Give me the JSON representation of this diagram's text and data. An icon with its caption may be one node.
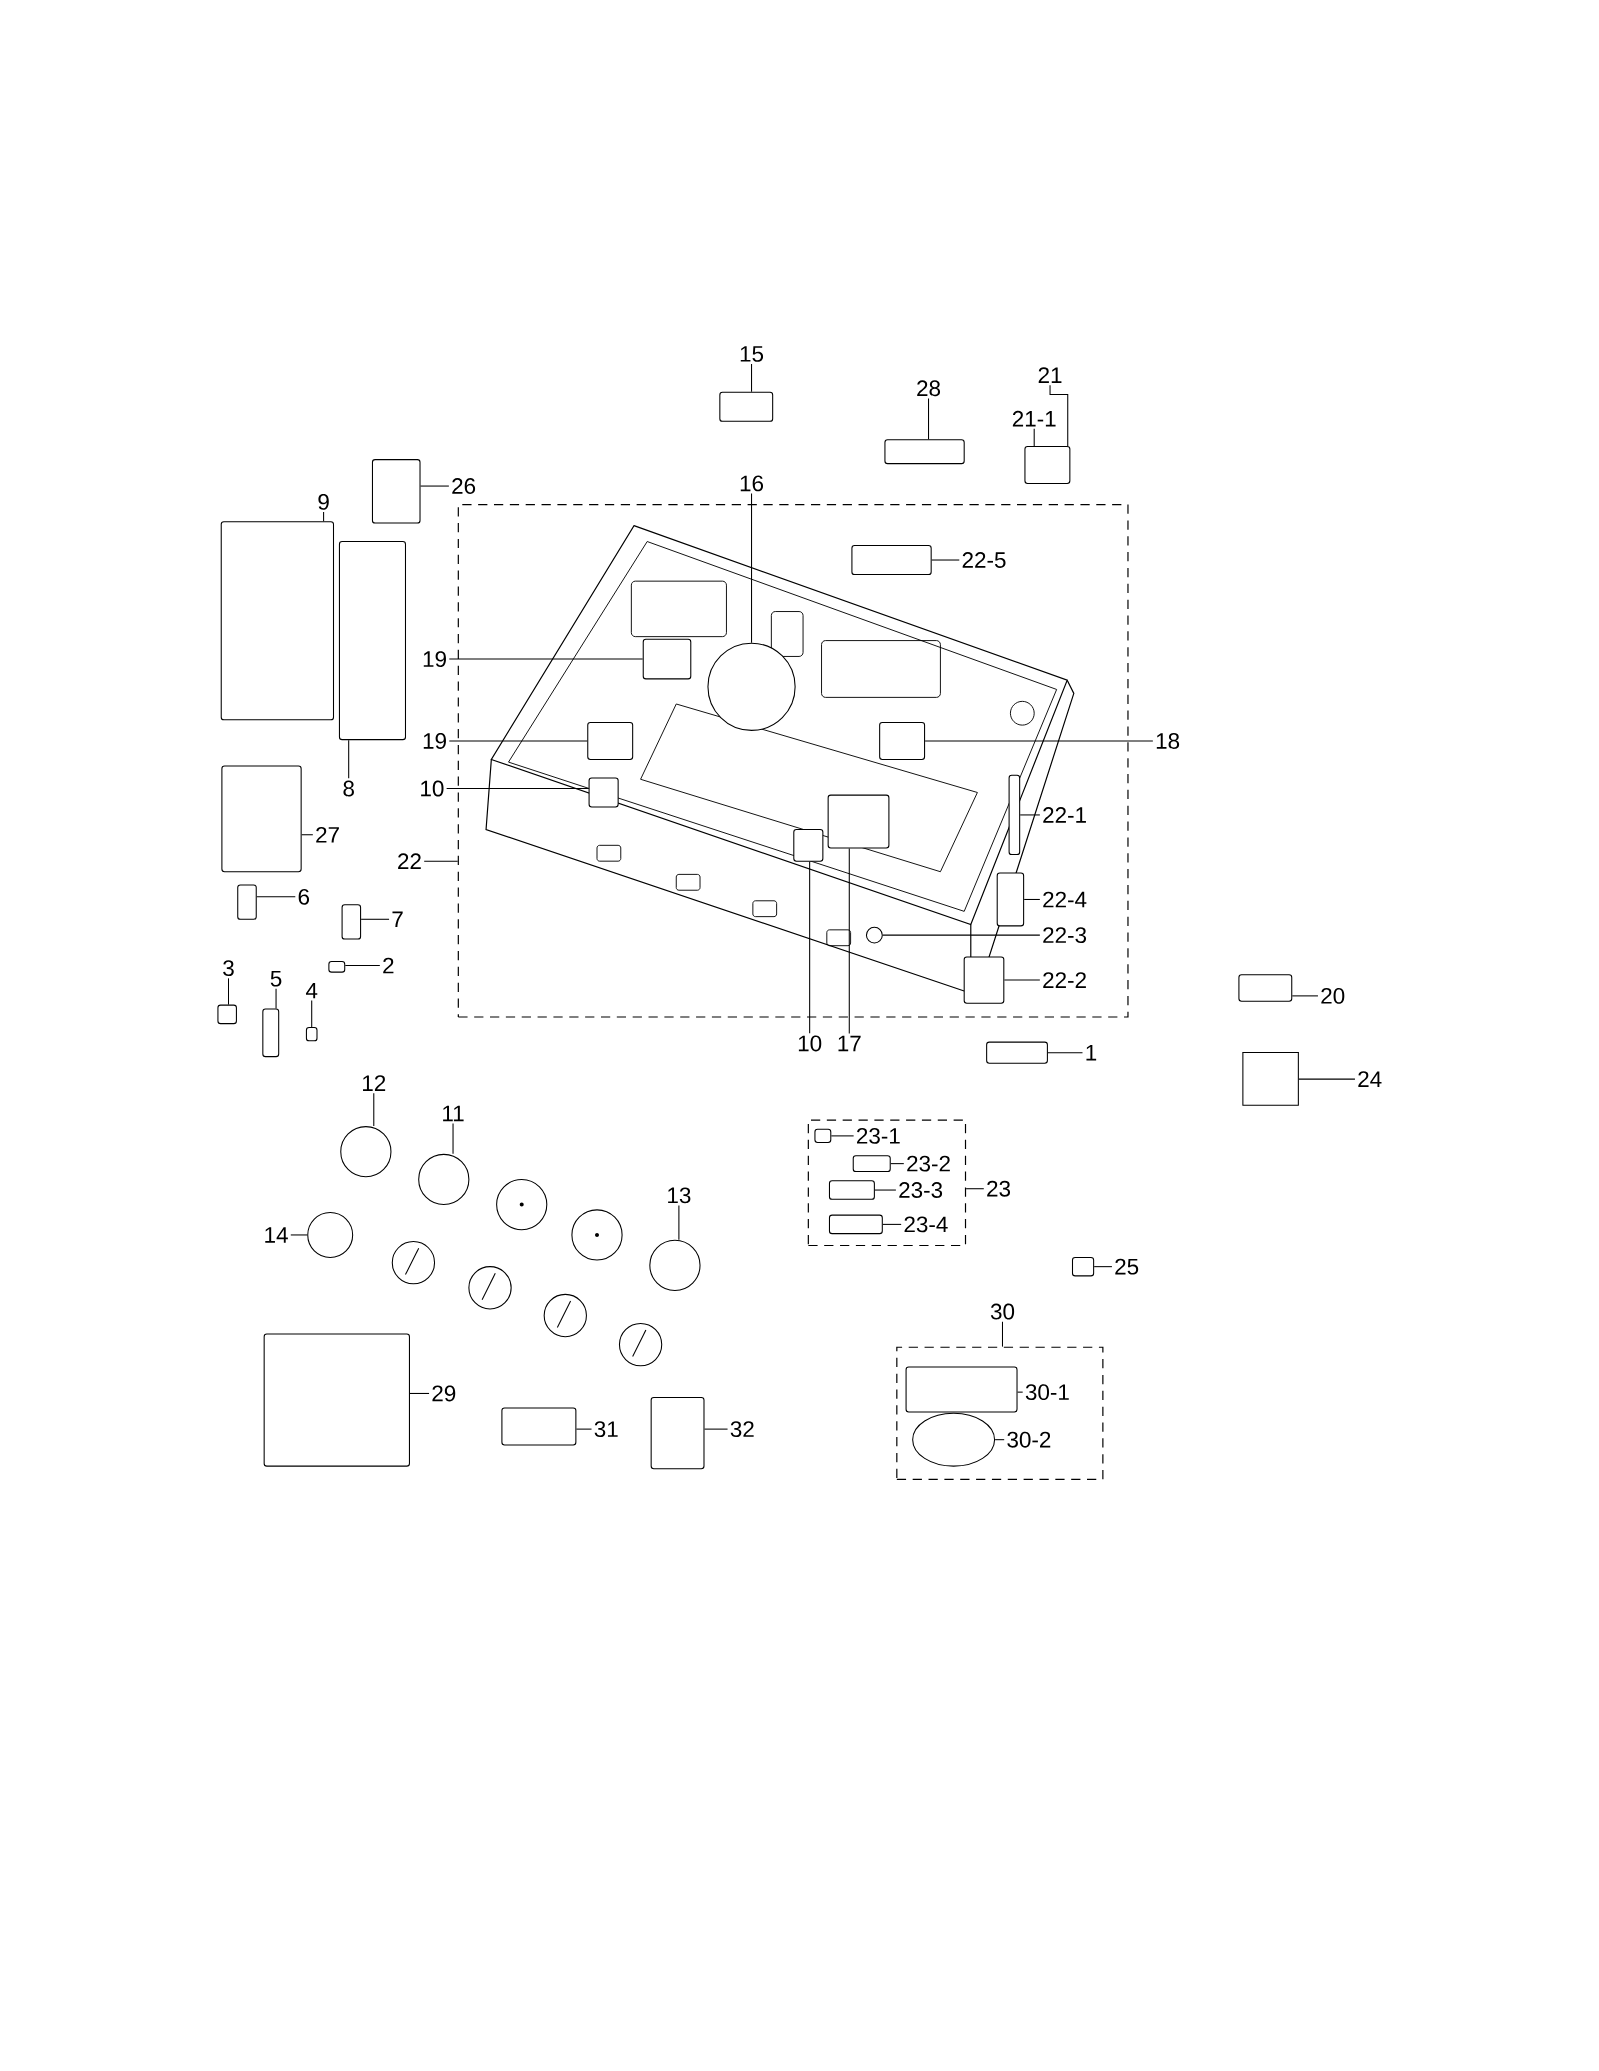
{
  "diagram": {
    "nodes": [
      {
        "text": [],
        "shape": "box"
      },
      {
        "text": [
          "15"
        ]
      },
      {
        "text": [],
        "shape": "box"
      },
      {
        "text": [
          "28"
        ]
      },
      {
        "text": [],
        "shape": "box"
      },
      {
        "text": [
          "21"
        ]
      },
      {
        "text": [
          "21-1"
        ]
      },
      {
        "text": [],
        "shape": "box"
      },
      {
        "text": [
          "26"
        ]
      },
      {
        "text": [],
        "shape": "box"
      },
      {
        "text": [
          "9"
        ]
      },
      {
        "text": [],
        "shape": "box"
      },
      {
        "text": [
          "16"
        ]
      },
      {
        "text": [],
        "shape": "circle",
        "in": 0
      },
      {
        "text": [
          "22-5"
        ],
        "in": 0
      },
      {
        "text": [],
        "shape": "box",
        "in": 0
      },
      {
        "text": [
          "19"
        ]
      },
      {
        "text": [],
        "shape": "box",
        "in": 0
      },
      {
        "text": [
          "19"
        ]
      },
      {
        "text": [],
        "shape": "box",
        "in": 0
      },
      {
        "text": [
          "18"
        ]
      },
      {
        "text": [],
        "shape": "box",
        "in": 0
      },
      {
        "text": [
          "8"
        ]
      },
      {
        "text": [],
        "shape": "box"
      },
      {
        "text": [
          "10"
        ]
      },
      {
        "text": [],
        "shape": "box",
        "in": 0
      },
      {
        "text": [
          "22-1"
        ],
        "in": 0
      },
      {
        "text": [],
        "shape": "box",
        "in": 0
      },
      {
        "text": [
          "27"
        ]
      },
      {
        "text": [],
        "shape": "box"
      },
      {
        "text": [
          "22"
        ]
      },
      {
        "text": [
          "6"
        ]
      },
      {
        "text": [],
        "shape": "box"
      },
      {
        "text": [
          "22-4"
        ],
        "in": 0
      },
      {
        "text": [],
        "shape": "box",
        "in": 0
      },
      {
        "text": [
          "7"
        ]
      },
      {
        "text": [],
        "shape": "box"
      },
      {
        "text": [
          "22-3"
        ],
        "in": 0
      },
      {
        "text": [],
        "shape": "circle",
        "in": 0
      },
      {
        "text": [
          "2"
        ]
      },
      {
        "text": [],
        "shape": "box"
      },
      {
        "text": [
          "3"
        ]
      },
      {
        "text": [],
        "shape": "box"
      },
      {
        "text": [
          "5"
        ]
      },
      {
        "text": [],
        "shape": "box"
      },
      {
        "text": [
          "4"
        ]
      },
      {
        "text": [],
        "shape": "box"
      },
      {
        "text": [
          "22-2"
        ],
        "in": 0
      },
      {
        "text": [],
        "shape": "box",
        "in": 0
      },
      {
        "text": [
          "20"
        ]
      },
      {
        "text": [],
        "shape": "box"
      },
      {
        "text": [
          "10"
        ]
      },
      {
        "text": [],
        "shape": "box",
        "in": 0
      },
      {
        "text": [
          "17"
        ]
      },
      {
        "text": [],
        "shape": "box",
        "in": 0
      },
      {
        "text": [
          "1"
        ]
      },
      {
        "text": [],
        "shape": "box"
      },
      {
        "text": [
          "24"
        ]
      },
      {
        "text": [],
        "shape": "cylinder"
      },
      {
        "text": [
          "12"
        ]
      },
      {
        "text": [],
        "shape": "circle"
      },
      {
        "text": [
          "11"
        ]
      },
      {
        "text": [],
        "shape": "circle"
      },
      {
        "text": [],
        "shape": "box"
      },
      {
        "text": [
          "23-1"
        ],
        "in": 63
      },
      {
        "text": [],
        "shape": "box",
        "in": 63
      },
      {
        "text": [
          "23-2"
        ],
        "in": 63
      },
      {
        "text": [],
        "shape": "box",
        "in": 63
      },
      {
        "text": [
          "23"
        ]
      },
      {
        "text": [
          "23-3"
        ],
        "in": 63
      },
      {
        "text": [],
        "shape": "box",
        "in": 63
      },
      {
        "text": [
          "13"
        ]
      },
      {
        "text": [],
        "shape": "circle"
      },
      {
        "text": [
          "14"
        ]
      },
      {
        "text": [],
        "shape": "circle"
      },
      {
        "text": [
          "23-4"
        ],
        "in": 63
      },
      {
        "text": [],
        "shape": "box",
        "in": 63
      },
      {
        "text": [
          "25"
        ]
      },
      {
        "text": [],
        "shape": "box"
      },
      {
        "text": [
          "30"
        ]
      },
      {
        "text": [],
        "shape": "box"
      },
      {
        "text": [
          "30-1"
        ],
        "in": 80
      },
      {
        "text": [],
        "shape": "box",
        "in": 80
      },
      {
        "text": [
          "29"
        ]
      },
      {
        "text": [],
        "shape": "box"
      },
      {
        "text": [
          "30-2"
        ],
        "in": 80
      },
      {
        "text": [],
        "shape": "circle",
        "in": 80
      },
      {
        "text": [
          "31"
        ]
      },
      {
        "text": [],
        "shape": "box"
      },
      {
        "text": [
          "32"
        ]
      },
      {
        "text": [],
        "shape": "box"
      }
    ],
    "edges": [
      {
        "from": 1,
        "to": 2,
        "arrow": "none"
      },
      {
        "from": 3,
        "to": 4,
        "arrow": "none"
      },
      {
        "from": 5,
        "to": 7,
        "arrow": "none"
      },
      {
        "from": 6,
        "to": 7,
        "arrow": "none"
      },
      {
        "from": 8,
        "to": 9,
        "arrow": "none"
      },
      {
        "from": 10,
        "to": 11,
        "arrow": "none"
      },
      {
        "from": 12,
        "to": 13,
        "arrow": "none"
      },
      {
        "from": 14,
        "to": 15,
        "arrow": "none"
      },
      {
        "from": 16,
        "to": 17,
        "arrow": "none"
      },
      {
        "from": 18,
        "to": 19,
        "arrow": "none"
      },
      {
        "from": 20,
        "to": 21,
        "arrow": "none"
      },
      {
        "from": 22,
        "to": 23,
        "arrow": "none"
      },
      {
        "from": 24,
        "to": 25,
        "arrow": "none"
      },
      {
        "from": 26,
        "to": 27,
        "arrow": "none"
      },
      {
        "from": 28,
        "to": 29,
        "arrow": "none"
      },
      {
        "from": 30,
        "to": 0,
        "arrow": "none"
      },
      {
        "from": 31,
        "to": 32,
        "arrow": "none"
      },
      {
        "from": 33,
        "to": 34,
        "arrow": "none"
      },
      {
        "from": 35,
        "to": 36,
        "arrow": "none"
      },
      {
        "from": 37,
        "to": 38,
        "arrow": "none"
      },
      {
        "from": 39,
        "to": 40,
        "arrow": "none"
      },
      {
        "from": 41,
        "to": 42,
        "arrow": "none"
      },
      {
        "from": 43,
        "to": 44,
        "arrow": "none"
      },
      {
        "from": 45,
        "to": 46,
        "arrow": "none"
      },
      {
        "from": 47,
        "to": 48,
        "arrow": "none"
      },
      {
        "from": 49,
        "to": 50,
        "arrow": "none"
      },
      {
        "from": 51,
        "to": 52,
        "arrow": "none"
      },
      {
        "from": 53,
        "to": 54,
        "arrow": "none"
      },
      {
        "from": 55,
        "to": 56,
        "arrow": "none"
      },
      {
        "from": 57,
        "to": 58,
        "arrow": "none"
      },
      {
        "from": 59,
        "to": 60,
        "arrow": "none"
      },
      {
        "from": 61,
        "to": 62,
        "arrow": "none"
      },
      {
        "from": 64,
        "to": 65,
        "arrow": "none"
      },
      {
        "from": 66,
        "to": 67,
        "arrow": "none"
      },
      {
        "from": 68,
        "to": 63,
        "arrow": "none"
      },
      {
        "from": 69,
        "to": 70,
        "arrow": "none"
      },
      {
        "from": 71,
        "to": 72,
        "arrow": "none"
      },
      {
        "from": 73,
        "to": 74,
        "arrow": "none"
      },
      {
        "from": 75,
        "to": 76,
        "arrow": "none"
      },
      {
        "from": 77,
        "to": 78,
        "arrow": "none"
      },
      {
        "from": 79,
        "to": 80,
        "arrow": "none"
      },
      {
        "from": 81,
        "to": 82,
        "arrow": "none"
      },
      {
        "from": 83,
        "to": 84,
        "arrow": "none"
      },
      {
        "from": 85,
        "to": 86,
        "arrow": "none"
      },
      {
        "from": 87,
        "to": 88,
        "arrow": "none"
      },
      {
        "from": 89,
        "to": 90,
        "arrow": "none"
      }
    ]
  }
}
